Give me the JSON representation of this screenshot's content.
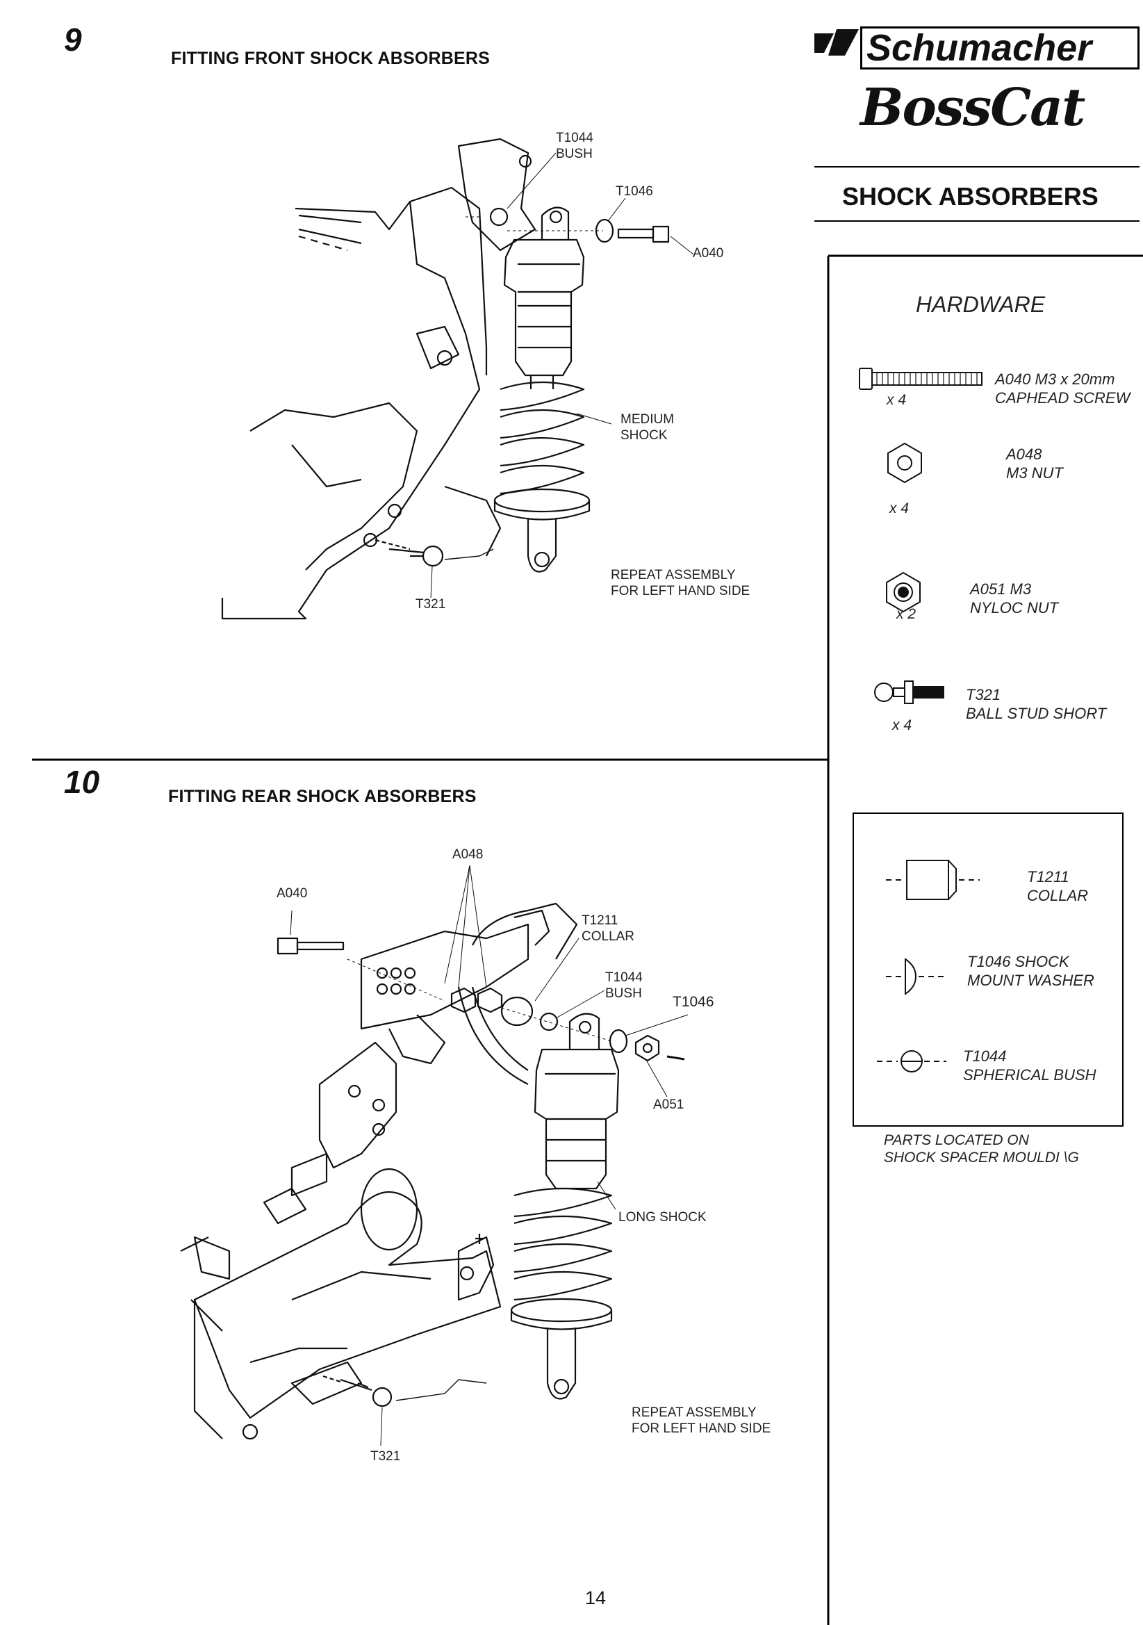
{
  "header": {
    "brand": "Schumacher",
    "model": "BossCat",
    "section_title": "SHOCK ABSORBERS"
  },
  "steps": [
    {
      "number": "9",
      "title": "FITTING FRONT SHOCK ABSORBERS",
      "labels": {
        "t1044": "T1044\nBUSH",
        "t1046": "T1046",
        "a040": "A040",
        "medium_shock": "MEDIUM\nSHOCK",
        "t321": "T321",
        "repeat": "REPEAT ASSEMBLY\nFOR LEFT HAND SIDE"
      }
    },
    {
      "number": "10",
      "title": "FITTING REAR SHOCK ABSORBERS",
      "labels": {
        "a048": "A048",
        "a040": "A040",
        "t1211": "T1211\nCOLLAR",
        "t1044": "T1044\nBUSH",
        "t1046": "T1046",
        "a051": "A051",
        "long_shock": "LONG SHOCK",
        "t321": "T321",
        "repeat": "REPEAT ASSEMBLY\nFOR LEFT HAND SIDE"
      }
    }
  ],
  "hardware": {
    "heading": "HARDWARE",
    "items": [
      {
        "icon": "caphead-screw-icon",
        "qty": "x 4",
        "label": "A040 M3 x 20mm\nCAPHEAD SCREW"
      },
      {
        "icon": "hex-nut-icon",
        "qty": "x 4",
        "label": "A048\nM3 NUT"
      },
      {
        "icon": "nyloc-nut-icon",
        "qty": "x 2",
        "label": "A051 M3\nNYLOC NUT"
      },
      {
        "icon": "ball-stud-icon",
        "qty": "x 4",
        "label": "T321\nBALL STUD SHORT"
      }
    ]
  },
  "spacer_parts": {
    "items": [
      {
        "icon": "collar-icon",
        "label": "T1211\nCOLLAR"
      },
      {
        "icon": "shock-mount-washer-icon",
        "label": "T1046 SHOCK\nMOUNT WASHER"
      },
      {
        "icon": "spherical-bush-icon",
        "label": "T1044\nSPHERICAL BUSH"
      }
    ],
    "note": "PARTS LOCATED ON\nSHOCK SPACER MOULDI \\G"
  },
  "page_number": "14"
}
